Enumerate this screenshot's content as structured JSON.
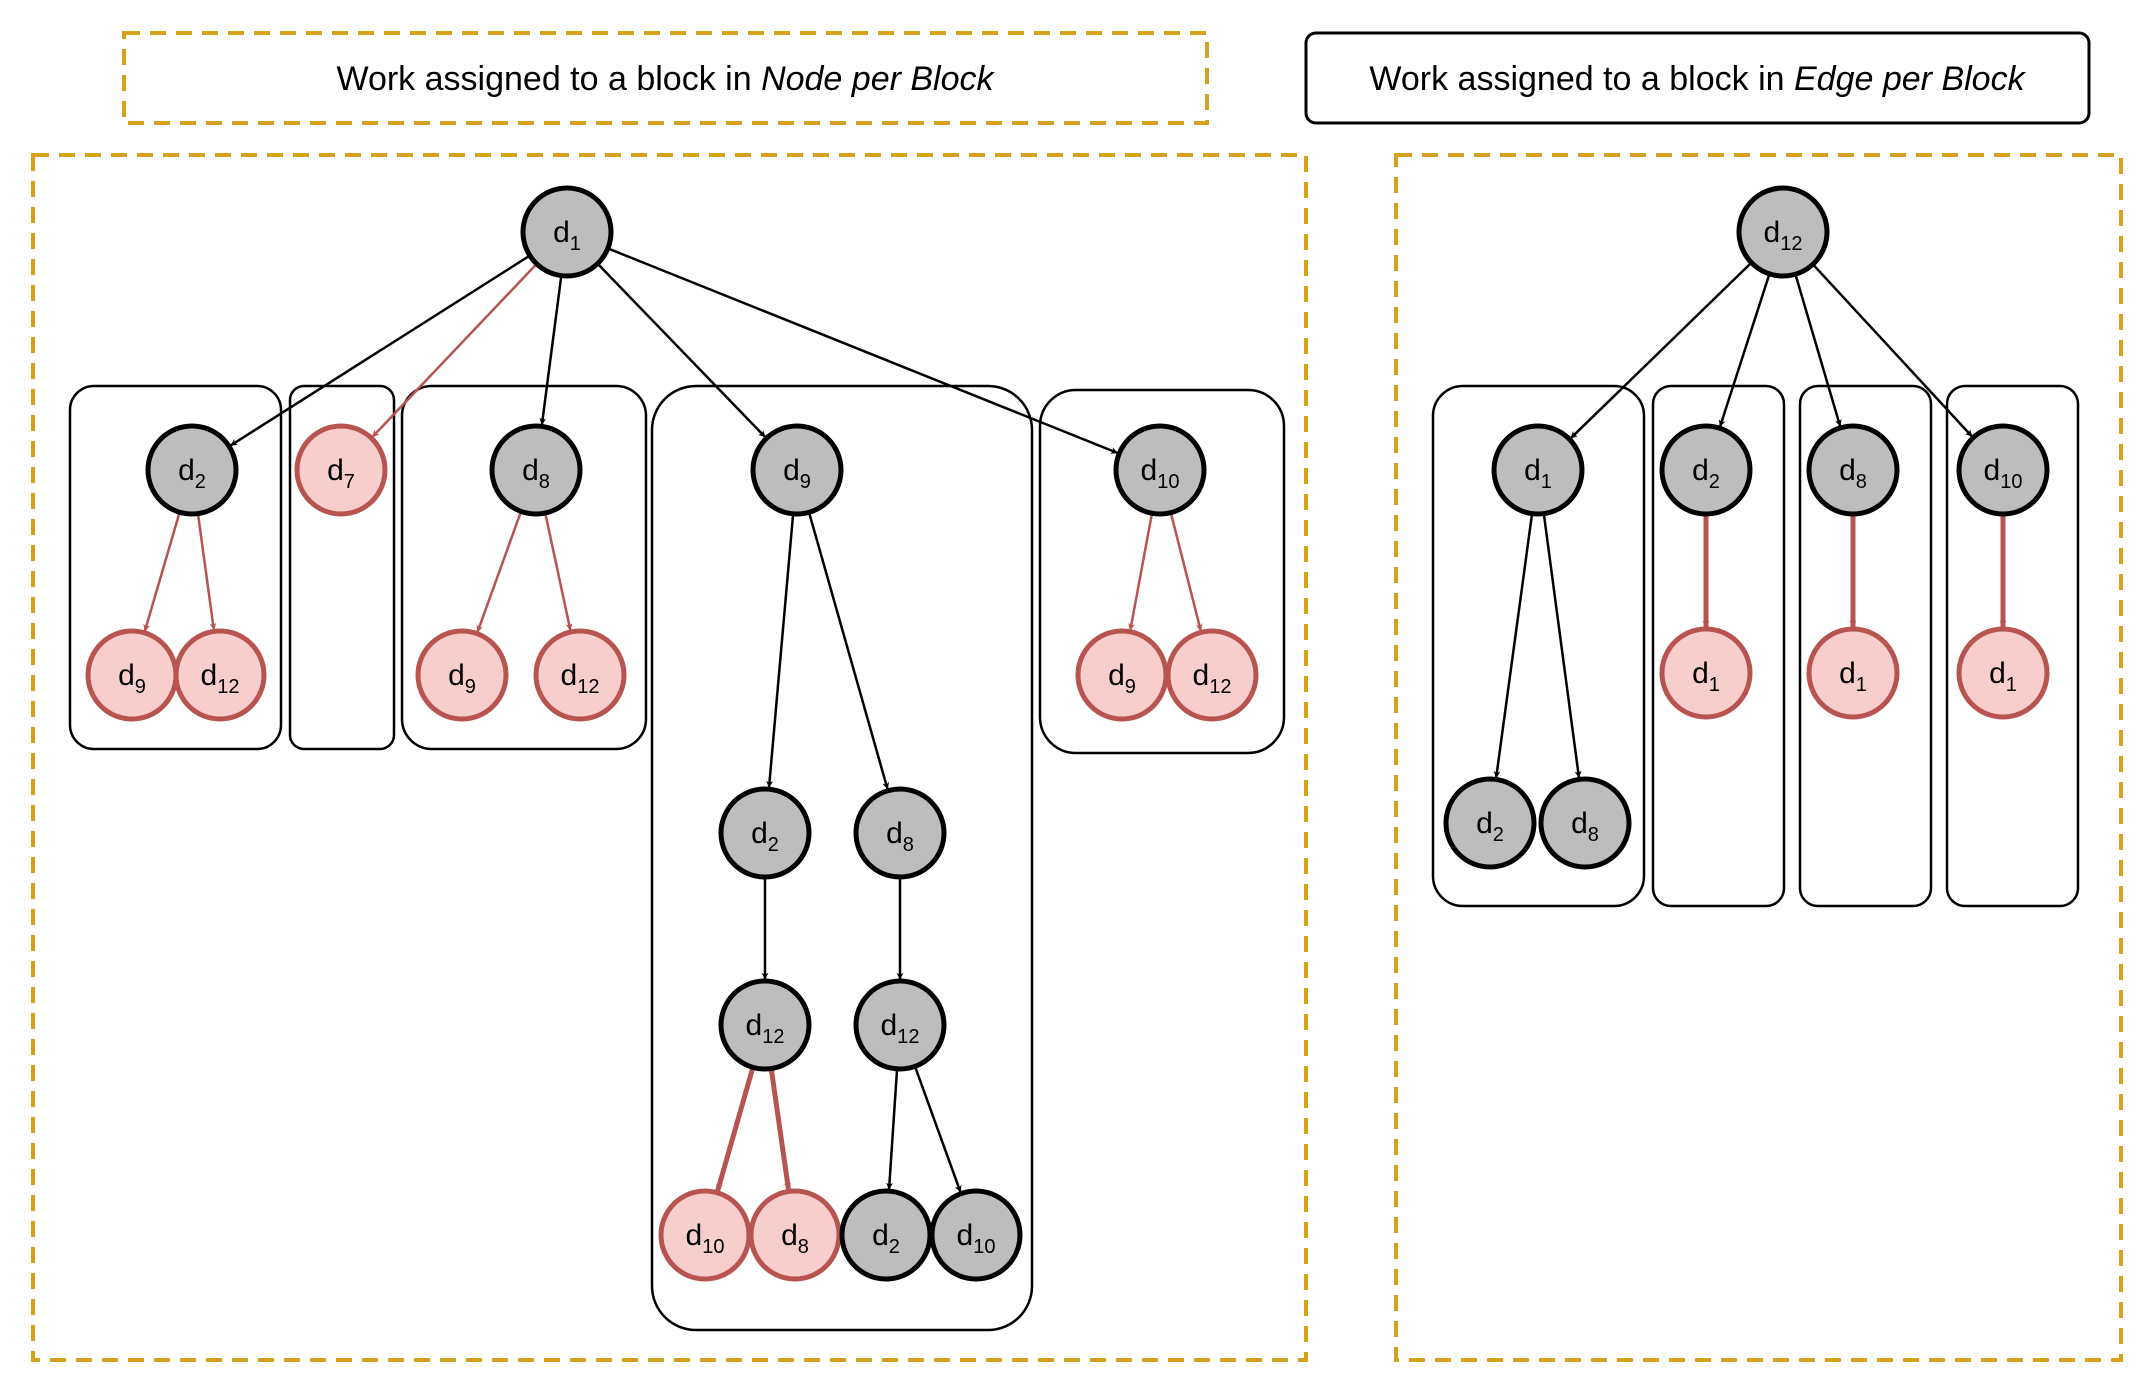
{
  "legend": {
    "node_prefix": "Work assigned to a block in ",
    "node_emph": "Node per Block",
    "edge_prefix": "Work assigned to a block in ",
    "edge_emph": "Edge per Block"
  },
  "colors": {
    "gold_dashed": "#d6a21d",
    "node_gray": "#bdbdbd",
    "node_pink_fill": "#f8cecc",
    "node_pink_stroke": "#b85450",
    "edge_red": "#b85450",
    "edge_black": "#000000"
  },
  "node_per_block": {
    "root": "1",
    "groups": [
      {
        "root": "2",
        "children": [
          "9",
          "12"
        ]
      },
      {
        "root": "7",
        "children": []
      },
      {
        "root": "8",
        "children": [
          "9",
          "12"
        ]
      },
      {
        "root": "9",
        "children": [
          "2",
          "8"
        ],
        "depth2": [
          "12",
          "12"
        ],
        "leaves": [
          "10",
          "8",
          "2",
          "10"
        ]
      },
      {
        "root": "10",
        "children": [
          "9",
          "12"
        ]
      }
    ]
  },
  "edge_per_block": {
    "root": "12",
    "groups": [
      {
        "root": "1",
        "children": [
          "2",
          "8"
        ]
      },
      {
        "root": "2",
        "children": [
          "1"
        ]
      },
      {
        "root": "8",
        "children": [
          "1"
        ]
      },
      {
        "root": "10",
        "children": [
          "1"
        ]
      }
    ]
  }
}
